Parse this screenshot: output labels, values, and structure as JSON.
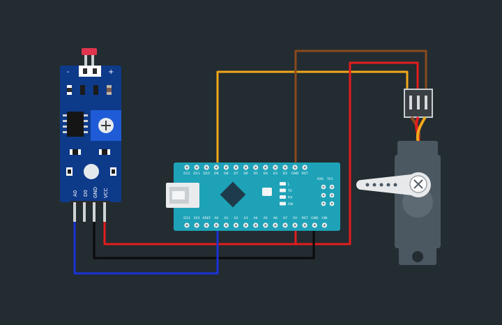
{
  "colors": {
    "background": "#232c31",
    "sensor_board": "#0e3a8a",
    "arduino_board": "#1ea2b8",
    "wire_red": "#e31d1d",
    "wire_black": "#0a0a0a",
    "wire_blue": "#1a33d6",
    "wire_orange": "#f2a81a",
    "wire_brown": "#8b4a1c",
    "servo_body": "#4b5862",
    "servo_horn": "#e7e9eb"
  },
  "sensor": {
    "pin_labels": [
      "A0",
      "D0",
      "GND",
      "VCC"
    ],
    "sides": [
      "-",
      "+"
    ]
  },
  "arduino": {
    "top_pins": [
      "D12",
      "D11",
      "D10",
      "D9",
      "D8",
      "D7",
      "D6",
      "D5",
      "D4",
      "D3",
      "D2",
      "GND",
      "RST"
    ],
    "bottom_pins": [
      "D13",
      "3V3",
      "AREF",
      "A0",
      "A1",
      "A2",
      "A3",
      "A4",
      "A5",
      "A6",
      "A7",
      "5V",
      "RST",
      "GND",
      "VIN"
    ],
    "led_labels": [
      "L",
      "TX",
      "RX",
      "ON"
    ],
    "icsp_labels": [
      "RX0",
      "TX1"
    ]
  },
  "icons": {
    "servo_screw": "cross-screw-icon",
    "potentiometer": "cross-screw-icon"
  }
}
